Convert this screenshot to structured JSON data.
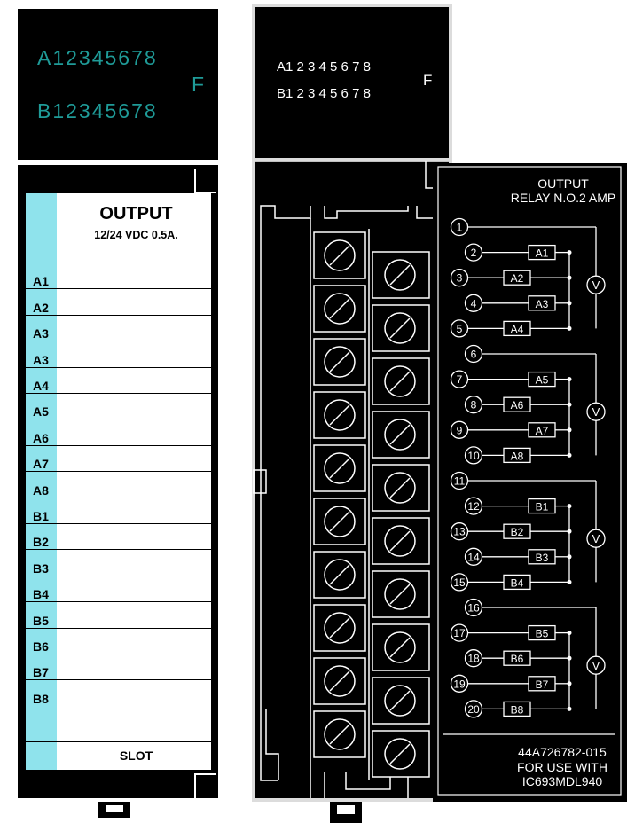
{
  "left_module": {
    "led_row_a": "A12345678",
    "led_fault": "F",
    "led_row_b": "B12345678",
    "label_title": "OUTPUT",
    "label_subtitle": "12/24 VDC 0.5A.",
    "points": [
      "A1",
      "A2",
      "A3",
      "A3",
      "A4",
      "A5",
      "A6",
      "A7",
      "A8",
      "B1",
      "B2",
      "B3",
      "B4",
      "B5",
      "B6",
      "B7",
      "B8"
    ],
    "slot_label": "SLOT"
  },
  "right_module": {
    "led_row_a": "A1 2 3 4  5 6 7 8",
    "led_row_b": "B1 2 3 4  5 6 7 8",
    "led_fault": "F",
    "diagram_title_1": "OUTPUT",
    "diagram_title_2": "RELAY  N.O.2 AMP",
    "terminals": [
      "1",
      "2",
      "3",
      "4",
      "5",
      "6",
      "7",
      "8",
      "9",
      "10",
      "11",
      "12",
      "13",
      "14",
      "15",
      "16",
      "17",
      "18",
      "19",
      "20"
    ],
    "relays": [
      "A1",
      "A2",
      "A3",
      "A4",
      "A5",
      "A6",
      "A7",
      "A8",
      "B1",
      "B2",
      "B3",
      "B4",
      "B5",
      "B6",
      "B7",
      "B8"
    ],
    "supply_symbol": "V",
    "part_number": "44A726782-015",
    "for_use_with": "FOR USE WITH",
    "model": "IC693MDL940"
  },
  "colors": {
    "module_black": "#000000",
    "led_text": "#1f9b98",
    "label_tab": "#8fe3ec",
    "housing_gray": "#dcdcdc"
  }
}
